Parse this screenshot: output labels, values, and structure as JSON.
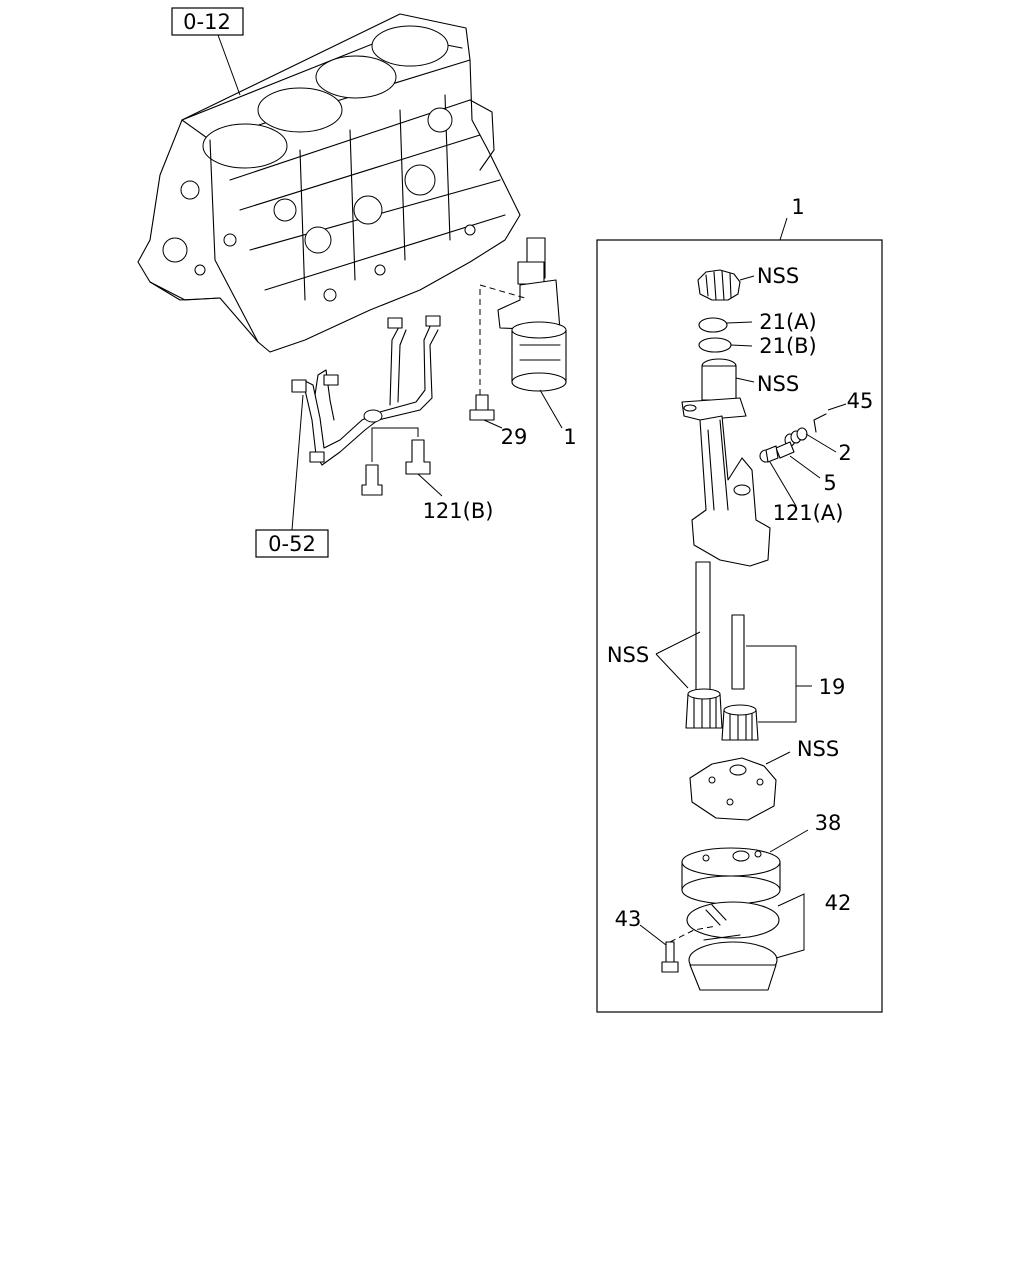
{
  "references": {
    "block": "0-12",
    "pipe": "0-52"
  },
  "labels": {
    "assembly_top": "1",
    "assembly_side": "1",
    "bolt_29": "29",
    "bolt_121b": "121(B)",
    "nss_gear_top": "NSS",
    "ring_21a": "21(A)",
    "ring_21b": "21(B)",
    "nss_housing": "NSS",
    "pin_45": "45",
    "spring_2": "2",
    "plunger_5": "5",
    "plug_121a": "121(A)",
    "nss_shafts": "NSS",
    "shaft_19": "19",
    "nss_cover": "NSS",
    "strainer_38": "38",
    "screen_42": "42",
    "bolt_43": "43"
  }
}
